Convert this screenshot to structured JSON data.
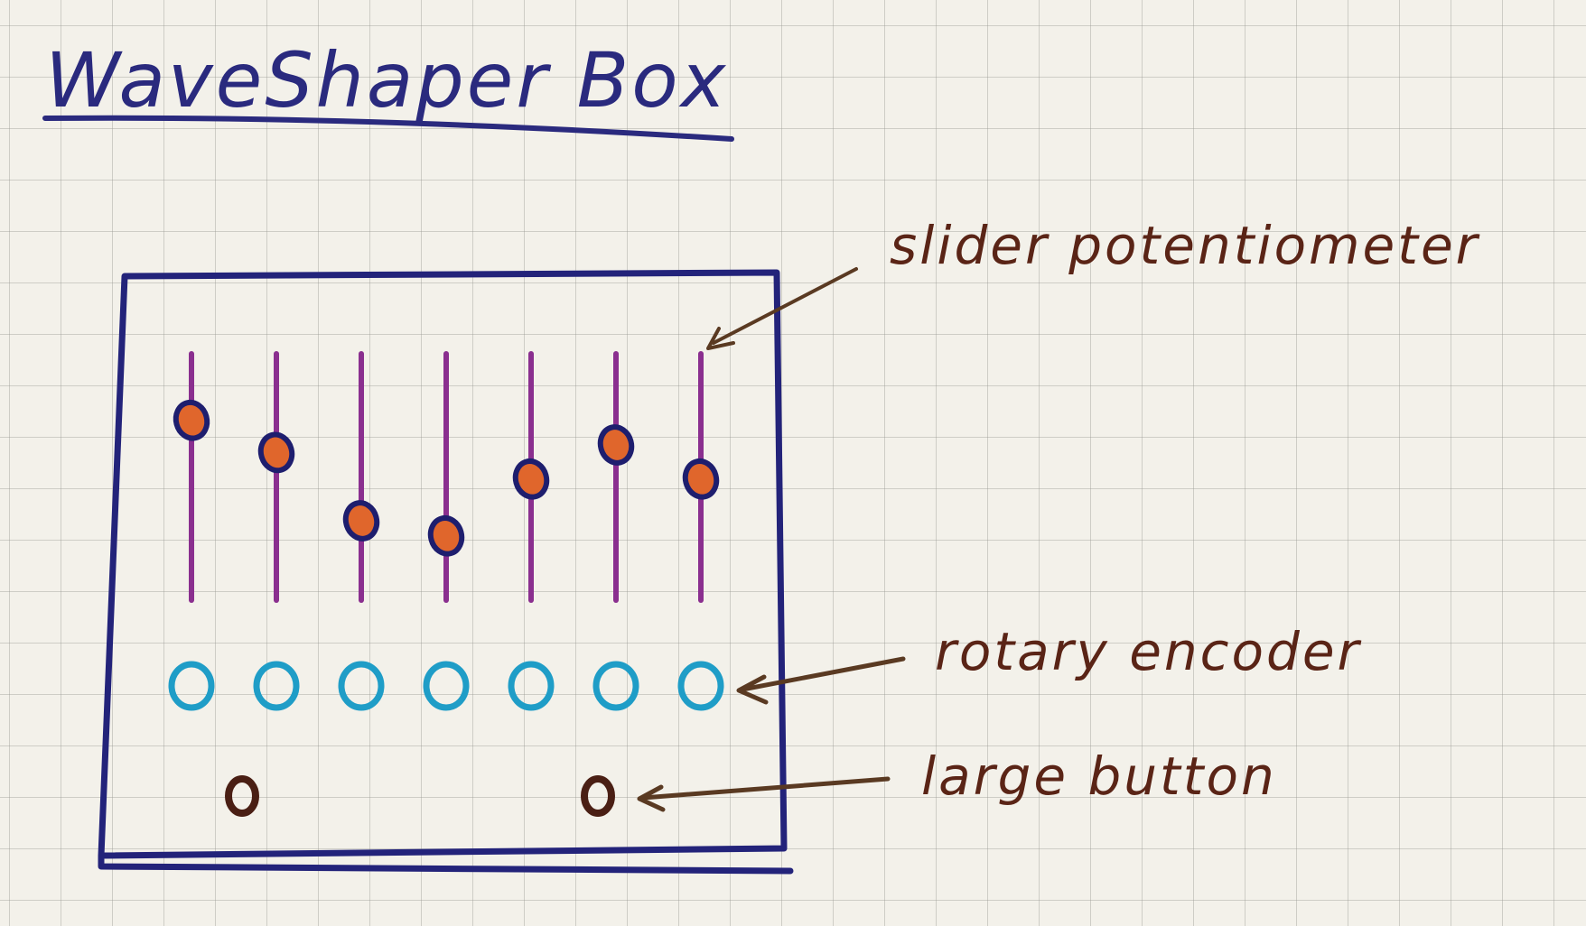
{
  "title": "WaveShaper Box",
  "labels": {
    "slider": "slider potentiometer",
    "encoder": "rotary encoder",
    "button": "large button"
  },
  "sliders": {
    "count": 7,
    "knob_levels": [
      0.83,
      0.66,
      0.3,
      0.22,
      0.52,
      0.7,
      0.52
    ]
  },
  "encoders": {
    "count": 7
  },
  "buttons": {
    "count": 2
  },
  "colors": {
    "title_ink": "#2a2a7e",
    "box_ink": "#23237a",
    "slider_ink": "#8a2f8f",
    "knob_fill": "#e0662c",
    "knob_outline": "#1e1e6e",
    "encoder_ink": "#1f9dc7",
    "label_ink": "#5a2416",
    "button_ink": "#4a1f14",
    "arrow_ink": "#5a3a22"
  }
}
